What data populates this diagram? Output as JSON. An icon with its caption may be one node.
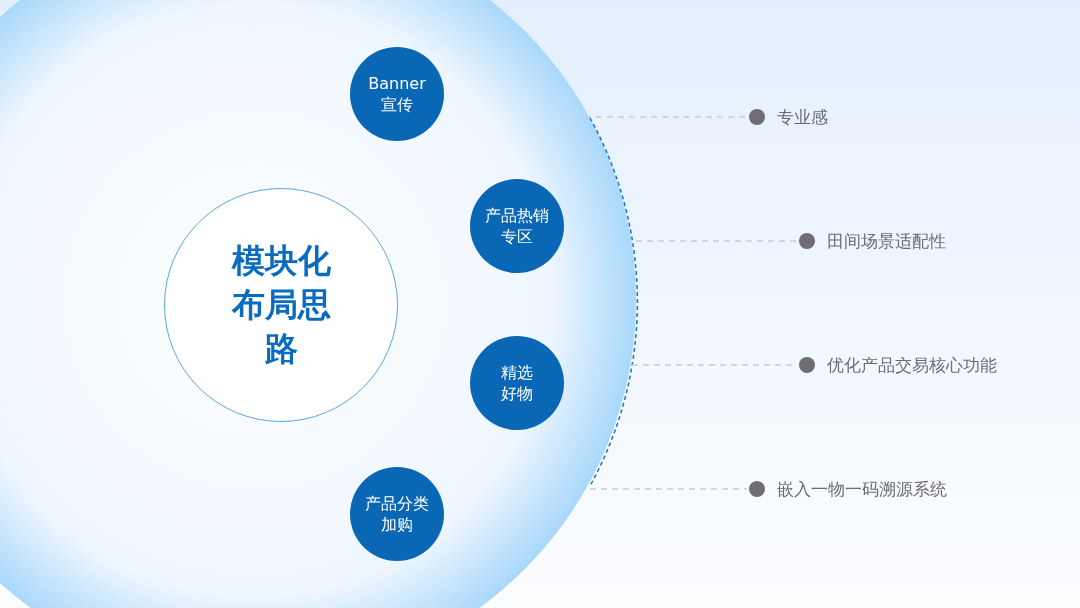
{
  "diagram": {
    "nodes": [
      {
        "text": [
          "模块化布局思路"
        ]
      },
      {
        "text": [
          "Banner 宣传"
        ]
      },
      {
        "text": [
          "产品热销专区"
        ]
      },
      {
        "text": [
          "精选好物"
        ]
      },
      {
        "text": [
          "产品分类加购"
        ]
      },
      {
        "text": [
          "专业感"
        ]
      },
      {
        "text": [
          "田间场景适配性"
        ]
      },
      {
        "text": [
          "优化产品交易核心功能"
        ]
      },
      {
        "text": [
          "嵌入一物一码溯源系统"
        ]
      }
    ],
    "edges": [
      {
        "from": null,
        "to": 5,
        "arrow": "none",
        "style": "dashed"
      },
      {
        "from": null,
        "to": 6,
        "arrow": "none",
        "style": "dashed"
      },
      {
        "from": null,
        "to": 7,
        "arrow": "none",
        "style": "dashed"
      },
      {
        "from": null,
        "to": 8,
        "arrow": "none",
        "style": "dashed"
      }
    ]
  }
}
